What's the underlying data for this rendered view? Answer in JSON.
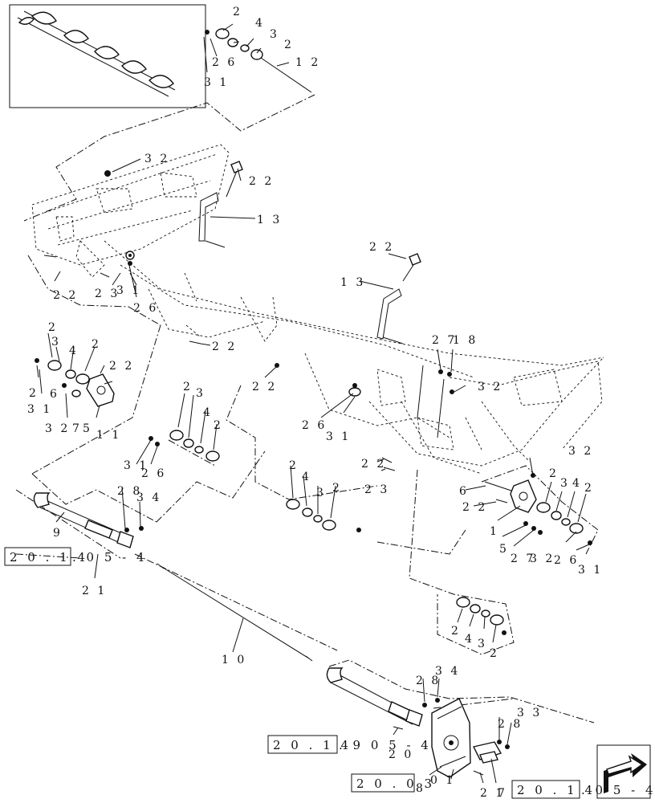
{
  "callouts": {
    "c_2_a": "2",
    "c_4_a": "4",
    "c_3_a": "3",
    "c_2_b": "2",
    "c_12": "1 2",
    "c_26_a": "2 6",
    "c_31_a": "3 1",
    "c_32_a": "3 2",
    "c_22_a": "2 2",
    "c_13_a": "1 3",
    "c_22_b": "2 2",
    "c_23_a": "2 3",
    "c_31_b": "3 1",
    "c_26_b": "2 6",
    "c_22_c": "2 2",
    "c_13_b": "1 3",
    "c_22_d": "2 2",
    "c_22_e": "2 2",
    "c_2_c": "2",
    "c_3_b": "3",
    "c_4_b": "4",
    "c_2_d": "2",
    "c_22_f": "2 2",
    "c_31_c": "3 1",
    "c_6_a": "6",
    "c_32_b": "3 2",
    "c_7_a": "7",
    "c_5_a": "5",
    "c_11": "1 1",
    "c_27_a": "2 7",
    "c_18": "1 8",
    "c_32_c": "3 2",
    "c_26_c": "2 6",
    "c_31_d": "3 1",
    "c_2_e": "2",
    "c_3_c": "3",
    "c_4_c": "4",
    "c_2_f": "2",
    "c_31_e": "3 1",
    "c_26_d": "2 6",
    "c_22_g": "2 2",
    "c_23_b": "2 3",
    "c_32_d": "3 2",
    "c_6_b": "6",
    "c_22_h": "2 2",
    "c_2_g": "2",
    "c_3_d": "3",
    "c_4_d": "4",
    "c_2_h": "2",
    "c_1": "1",
    "c_5_b": "5",
    "c_27_b": "2 7",
    "c_32_e": "3 2",
    "c_26_e": "2 6",
    "c_31_f": "3 1",
    "c_2_i": "2",
    "c_4_e": "4",
    "c_3_e": "3",
    "c_2_j": "2",
    "c_28_a": "2 8",
    "c_34_a": "3 4",
    "c_9": "9",
    "c_21": "2 1",
    "c_2_k": "2",
    "c_4_f": "4",
    "c_3_f": "3",
    "c_2_l": "2",
    "c_10": "1 0",
    "c_28_b": "2 8",
    "c_34_b": "3 4",
    "c_20": "2 0",
    "c_28_c": "2 8",
    "c_33": "3 3",
    "c_8": "8",
    "c_01": "0 1",
    "c_21_b": "2 1",
    "c_7_b": "7"
  },
  "page_refs": {
    "ref_left_box": "2 0 . 1 4",
    "ref_left_suffix": ". 0 5 - 4",
    "ref_mid_box": "2 0 . 1 4",
    "ref_mid_suffix": ". 9 0 5 - 4",
    "ref_bot_box": "2 0 . 0 3",
    "ref_right_box": "2 0 . 1 4",
    "ref_right_suffix": ". 0 5 - 4"
  },
  "icons": {
    "inset": "auger-detail-icon",
    "next_page": "next-page-arrow-icon"
  }
}
